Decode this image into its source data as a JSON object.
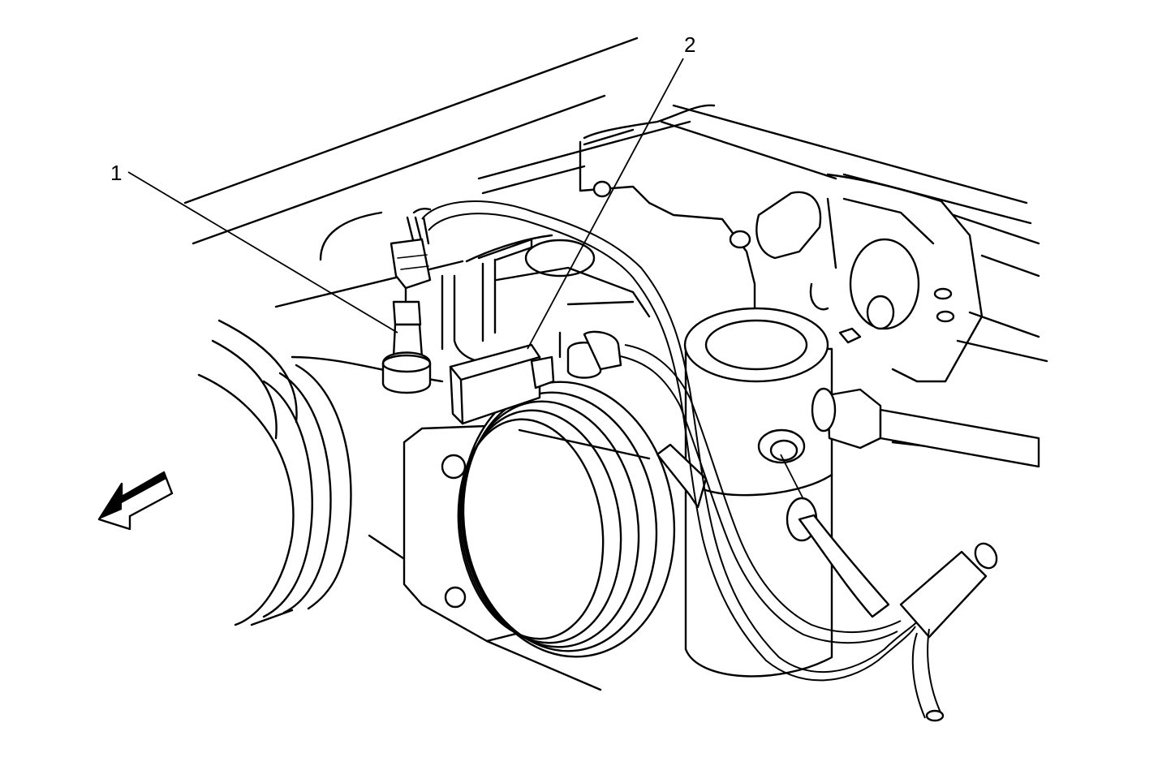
{
  "callouts": [
    {
      "id": "1",
      "label": "1"
    },
    {
      "id": "2",
      "label": "2"
    }
  ],
  "colors": {
    "line": "#000000",
    "background": "#ffffff",
    "arrow_fill": "#000000"
  },
  "icons": {
    "direction_arrow": "front-arrow-icon"
  }
}
